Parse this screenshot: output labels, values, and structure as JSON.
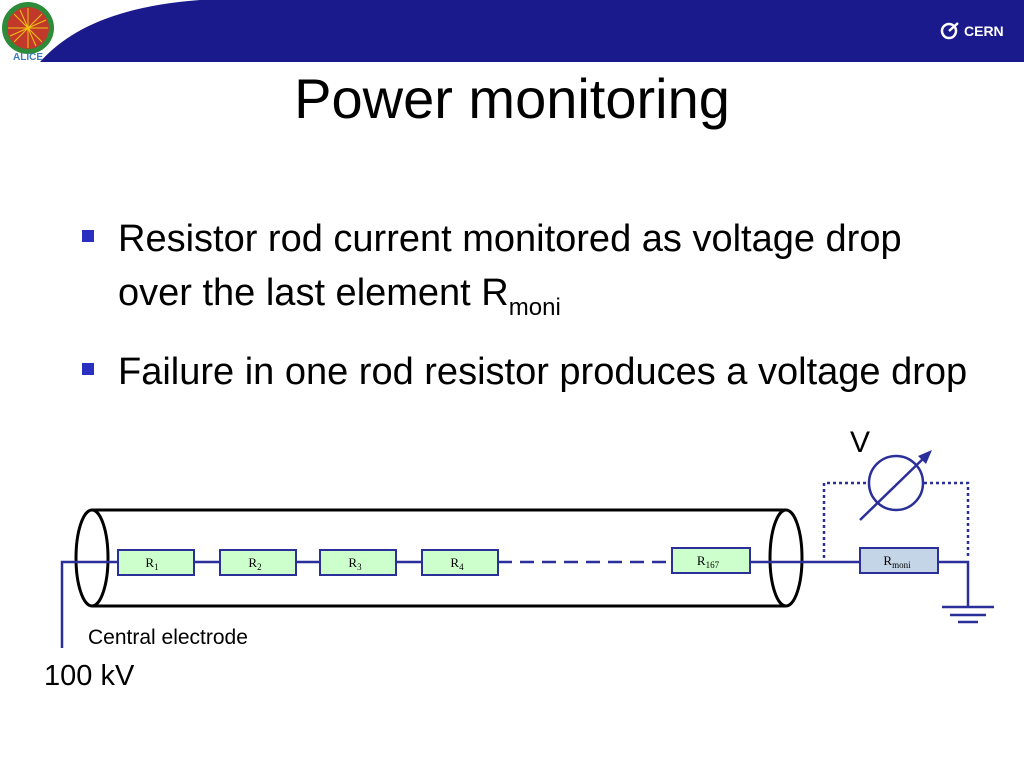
{
  "header": {
    "logo_left": "ALICE",
    "logo_right": "CERN",
    "brand_color": "#1a1a8c"
  },
  "title": "Power monitoring",
  "bullets": [
    {
      "text": "Resistor rod current monitored as voltage drop over the last element R",
      "subscript": "moni"
    },
    {
      "text": "Failure in one rod resistor produces a voltage drop",
      "subscript": ""
    }
  ],
  "diagram": {
    "voltmeter_label": "V",
    "resistors": [
      {
        "name": "R",
        "sub": "1"
      },
      {
        "name": "R",
        "sub": "2"
      },
      {
        "name": "R",
        "sub": "3"
      },
      {
        "name": "R",
        "sub": "4"
      },
      {
        "name": "R",
        "sub": "167"
      }
    ],
    "monitor_resistor": {
      "name": "R",
      "sub": "moni"
    },
    "electrode_label": "Central electrode",
    "voltage_label": "100 kV",
    "wire_color": "#2b2f99",
    "resistor_fill": "#ccffcc",
    "monitor_fill": "#c5d5e8"
  }
}
